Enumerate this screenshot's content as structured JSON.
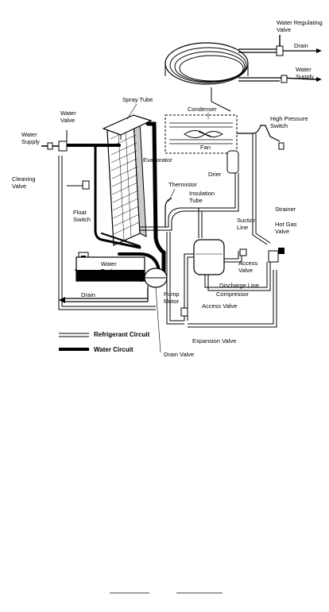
{
  "labels": {
    "water_regulating_valve": [
      "Water Regulating",
      "Valve"
    ],
    "drain_top": "Drain",
    "water_supply_top": [
      "Water",
      "Supply"
    ],
    "condenser": "Condenser",
    "high_pressure_switch": [
      "High Pressure",
      "Switch"
    ],
    "spray_tube": "Spray Tube",
    "water_valve": [
      "Water",
      "Valve"
    ],
    "water_supply_left": [
      "Water",
      "Supply"
    ],
    "evaporator": "Evaporator",
    "fan": "Fan",
    "drier": "Drier",
    "cleaning_valve": [
      "Cleaning",
      "Valve"
    ],
    "thermistor": "Thermistor",
    "insulation_tube": [
      "Insulation",
      "Tube"
    ],
    "strainer": "Strainer",
    "suction_line": [
      "Suction",
      "Line"
    ],
    "hot_gas_valve": [
      "Hot Gas",
      "Valve"
    ],
    "float_switch": [
      "Float",
      "Switch"
    ],
    "water_tank": [
      "Water",
      "Tank"
    ],
    "access_valve_right": [
      "Access",
      "Valve"
    ],
    "discharge_line": "Discharge Line",
    "pump_motor": [
      "Pump",
      "Motor"
    ],
    "compressor": "Compressor",
    "drain_bottom": "Drain",
    "access_valve_bottom": "Access Valve",
    "expansion_valve": "Expansion Valve",
    "drain_valve": "Drain Valve"
  },
  "legend": {
    "refrigerant": "Refrigerant Circuit",
    "water": "Water Circuit"
  }
}
